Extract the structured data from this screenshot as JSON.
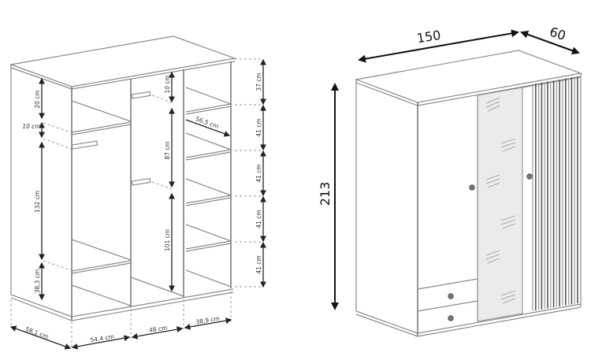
{
  "interior_view": {
    "left_column": [
      "20 cm",
      "10 cm",
      "132 cm",
      "38,3 cm"
    ],
    "middle_column": [
      "10 cm",
      "87 cm",
      "101 cm"
    ],
    "right_column": [
      "37 cm",
      "41 cm",
      "41 cm",
      "41 cm",
      "41 cm"
    ],
    "shelf_depth": "56,5 cm",
    "bottom": [
      "58,1 cm",
      "54,4 cm",
      "48 cm",
      "38,9 cm"
    ]
  },
  "exterior_view": {
    "width": "150",
    "depth": "60",
    "height": "213"
  },
  "colors": {
    "line": "#8a8a8a",
    "mirror": "#ebebeb",
    "knob": "#777777"
  }
}
